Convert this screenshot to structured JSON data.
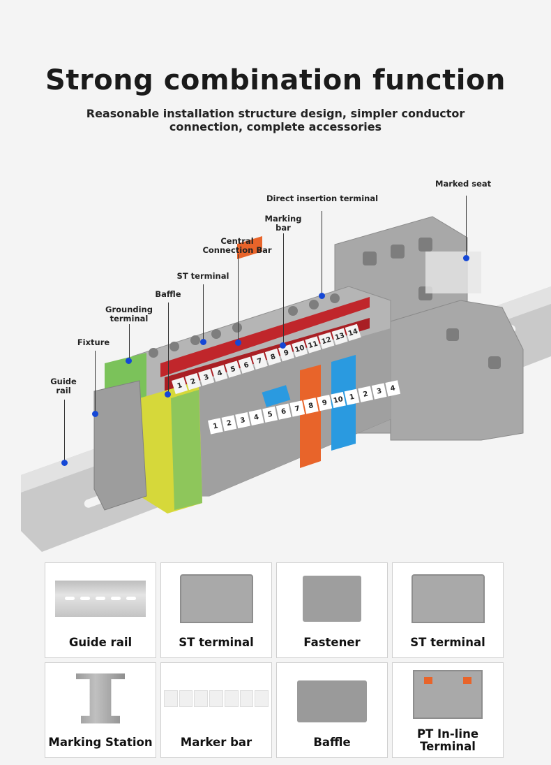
{
  "header": {
    "title": "Strong combination function",
    "subtitle_line1": "Reasonable installation structure design, simpler conductor",
    "subtitle_line2": "connection, complete accessories"
  },
  "callouts": [
    {
      "label": "Guide\nrail"
    },
    {
      "label": "Fixture"
    },
    {
      "label": "Grounding\nterminal"
    },
    {
      "label": "Baffle"
    },
    {
      "label": "ST terminal"
    },
    {
      "label": "Central\nConnection Bar"
    },
    {
      "label": "Marking\nbar"
    },
    {
      "label": "Direct insertion terminal"
    },
    {
      "label": "Marked seat"
    }
  ],
  "marker_numbers_front": [
    "1",
    "2",
    "3",
    "4",
    "5",
    "6",
    "7",
    "8",
    "9",
    "10",
    "1",
    "2",
    "3",
    "4"
  ],
  "marker_numbers_top": [
    "1",
    "2",
    "3",
    "4",
    "5",
    "6",
    "7",
    "8",
    "9",
    "10",
    "11",
    "12",
    "13",
    "14"
  ],
  "accessories": [
    {
      "caption": "Guide rail"
    },
    {
      "caption": "ST terminal"
    },
    {
      "caption": "Fastener"
    },
    {
      "caption": "ST terminal"
    },
    {
      "caption": "Marking Station"
    },
    {
      "caption": "Marker bar"
    },
    {
      "caption": "Baffle"
    },
    {
      "caption": "PT In-line\nTerminal"
    }
  ],
  "colors": {
    "accent_dot": "#1447d6",
    "terminal_gray": "#a9a9a9",
    "red_bar": "#c0262b",
    "orange": "#e8642a",
    "blue": "#2a9ae0",
    "earth_yellow": "#d6d83a",
    "earth_green": "#7bc25a"
  }
}
